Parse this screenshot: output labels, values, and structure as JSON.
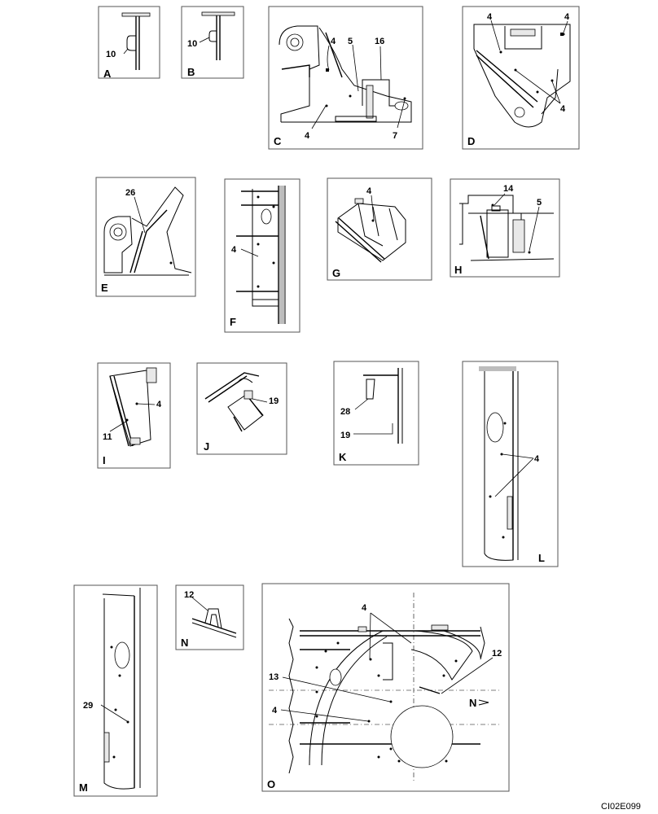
{
  "document_code": "CI02E099",
  "panels": [
    {
      "id": "A",
      "callouts": [
        "10"
      ]
    },
    {
      "id": "B",
      "callouts": [
        "10"
      ]
    },
    {
      "id": "C",
      "callouts": [
        "4",
        "5",
        "16",
        "4",
        "7"
      ]
    },
    {
      "id": "D",
      "callouts": [
        "4",
        "4",
        "4"
      ]
    },
    {
      "id": "E",
      "callouts": [
        "26"
      ]
    },
    {
      "id": "F",
      "callouts": [
        "4"
      ]
    },
    {
      "id": "G",
      "callouts": [
        "4"
      ]
    },
    {
      "id": "H",
      "callouts": [
        "14",
        "5"
      ]
    },
    {
      "id": "I",
      "callouts": [
        "4",
        "11"
      ]
    },
    {
      "id": "J",
      "callouts": [
        "19"
      ]
    },
    {
      "id": "K",
      "callouts": [
        "28",
        "19"
      ]
    },
    {
      "id": "L",
      "callouts": [
        "4"
      ]
    },
    {
      "id": "M",
      "callouts": [
        "29"
      ]
    },
    {
      "id": "N",
      "callouts": [
        "12"
      ]
    },
    {
      "id": "O",
      "callouts": [
        "4",
        "13",
        "4",
        "12",
        "N"
      ]
    }
  ]
}
